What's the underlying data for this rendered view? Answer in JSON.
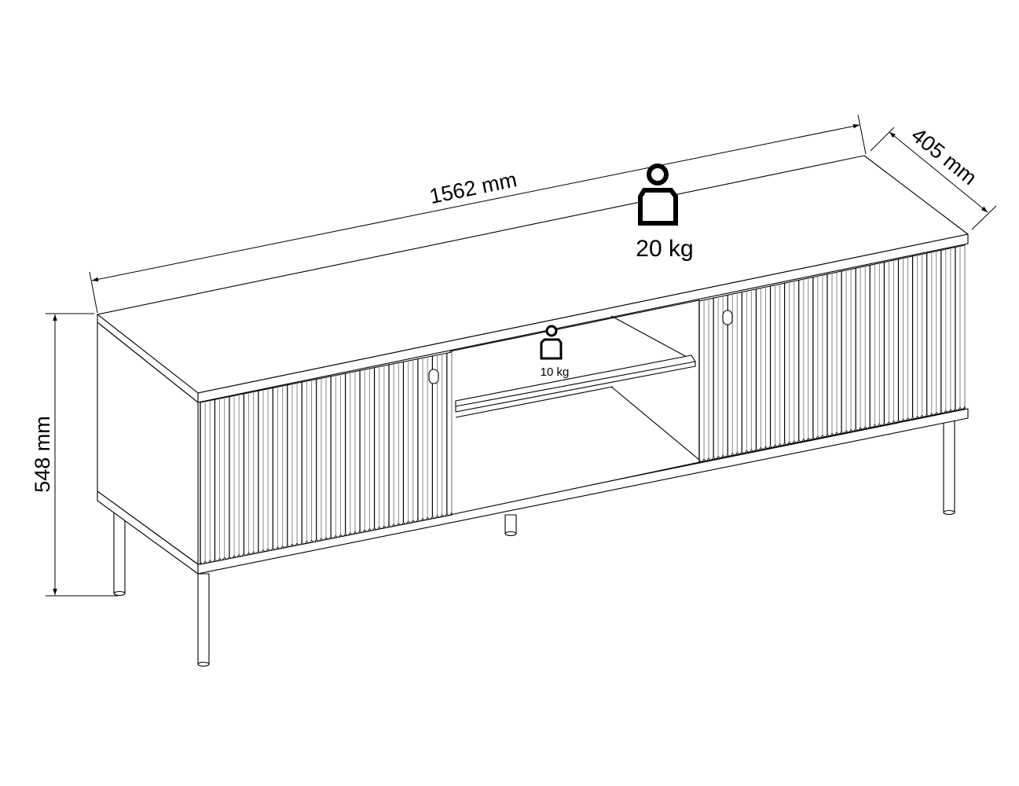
{
  "drawing": {
    "subject": "TV stand with fluted sliding doors and metal legs",
    "dimensions": {
      "width": {
        "value": 1562,
        "unit": "mm",
        "label": "1562 mm"
      },
      "depth": {
        "value": 405,
        "unit": "mm",
        "label": "405 mm"
      },
      "height": {
        "value": 548,
        "unit": "mm",
        "label": "548 mm"
      }
    },
    "load_limits": {
      "top": {
        "value": 20,
        "unit": "kg",
        "label": "20 kg",
        "icon": "weight-icon"
      },
      "shelf": {
        "value": 10,
        "unit": "kg",
        "label": "10 kg",
        "icon": "weight-icon"
      }
    },
    "colors": {
      "line": "#000000",
      "background": "#ffffff",
      "flute_shade": "#9a9a9a"
    }
  }
}
